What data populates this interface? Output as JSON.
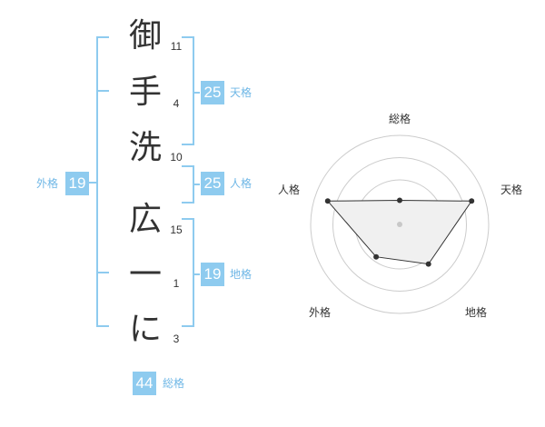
{
  "name": {
    "characters": [
      {
        "char": "御",
        "strokes": "11"
      },
      {
        "char": "手",
        "strokes": "4"
      },
      {
        "char": "洗",
        "strokes": "10"
      },
      {
        "char": "広",
        "strokes": "15"
      },
      {
        "char": "一",
        "strokes": "1"
      },
      {
        "char": "に",
        "strokes": "3"
      }
    ]
  },
  "fortune": {
    "tenkaku": {
      "value": "25",
      "label": "天格"
    },
    "jinkaku": {
      "value": "25",
      "label": "人格"
    },
    "chikaku": {
      "value": "19",
      "label": "地格"
    },
    "gaikaku": {
      "value": "19",
      "label": "外格"
    },
    "soukaku": {
      "value": "44",
      "label": "総格"
    }
  },
  "chart_data": {
    "type": "radar",
    "axes": [
      "総格",
      "天格",
      "地格",
      "外格",
      "人格"
    ],
    "values": [
      0.27,
      0.85,
      0.55,
      0.45,
      0.85
    ],
    "rings": 4,
    "colors": {
      "ring": "#cccccc",
      "fill": "#f0f0f0",
      "line": "#333333",
      "center": "#c8c8c8"
    }
  }
}
